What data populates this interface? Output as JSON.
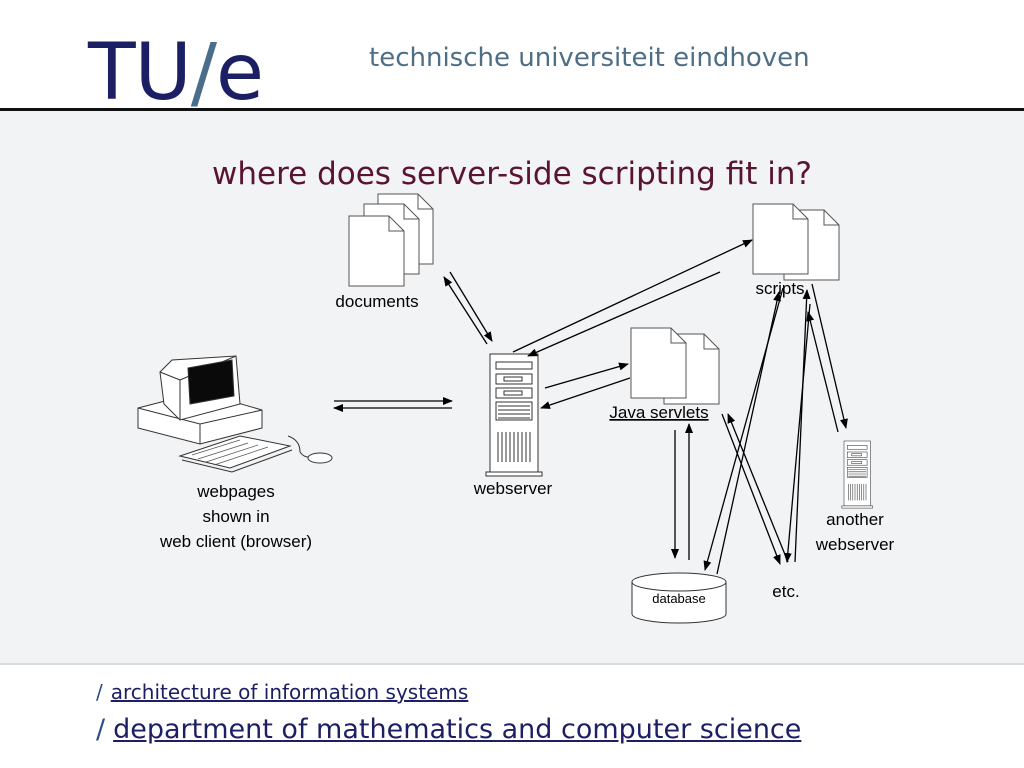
{
  "header": {
    "logo_tu": "TU",
    "logo_slash": "/",
    "logo_e": "e",
    "tagline": "technische universiteit eindhoven"
  },
  "slide": {
    "title": "where does server-side scripting fit in?"
  },
  "diagram": {
    "documents": "documents",
    "scripts": "scripts",
    "java_servlets": "Java servlets",
    "webserver": "webserver",
    "client_line1": "webpages",
    "client_line2": "shown in",
    "client_line3": "web client (browser)",
    "another_line1": "another",
    "another_line2": "webserver",
    "database": "database",
    "etc": "etc."
  },
  "footer": {
    "slash": "/",
    "link1": "architecture of information systems",
    "link2": "department of mathematics and computer science"
  }
}
